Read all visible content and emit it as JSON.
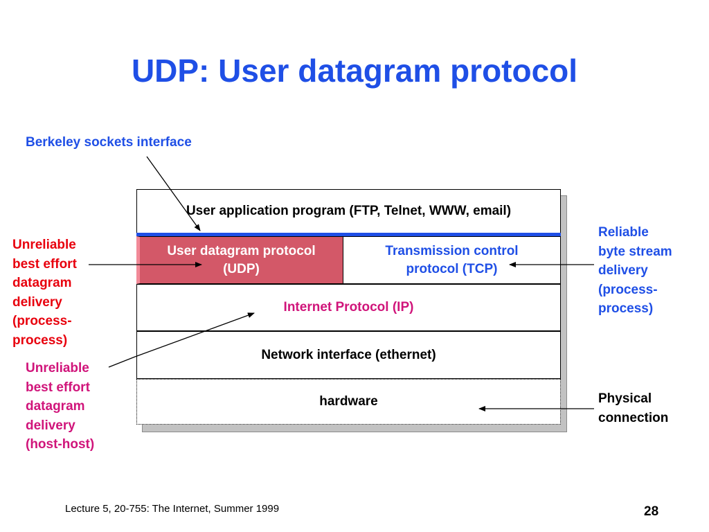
{
  "title": "UDP: User datagram protocol",
  "annotations": {
    "berkeley": "Berkeley sockets interface",
    "unreliable_process": [
      "Unreliable",
      "best effort",
      "datagram",
      "delivery",
      "(process-",
      "process)"
    ],
    "unreliable_host": [
      "Unreliable",
      "best effort",
      "datagram",
      "delivery",
      "(host-host)"
    ],
    "reliable": [
      "Reliable",
      "byte stream",
      "delivery",
      "(process-",
      "process)"
    ],
    "physical": [
      "Physical",
      "connection"
    ]
  },
  "layers": {
    "application": "User application program (FTP, Telnet, WWW, email)",
    "udp": [
      "User datagram protocol",
      "(UDP)"
    ],
    "tcp": [
      "Transmission control",
      "protocol (TCP)"
    ],
    "ip": "Internet Protocol (IP)",
    "network": "Network interface (ethernet)",
    "hardware": "hardware"
  },
  "footer": {
    "lecture": "Lecture 5, 20-755: The Internet, Summer 1999",
    "page_number": "28"
  },
  "colors": {
    "title_blue": "#1f4fe6",
    "red": "#e8000d",
    "magenta": "#d0147a",
    "udp_fill": "#d35868"
  }
}
